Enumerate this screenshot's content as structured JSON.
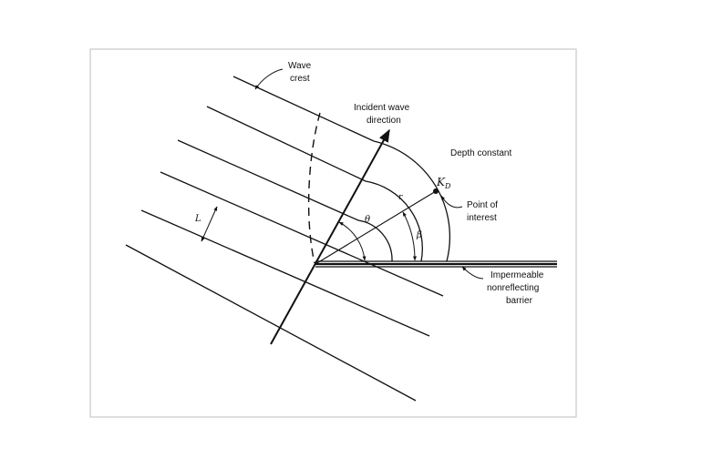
{
  "colors": {
    "ink": "#111111",
    "border": "#c8c8c8",
    "background": "#ffffff"
  },
  "labels": {
    "wave_crest_line1": "Wave",
    "wave_crest_line2": "crest",
    "incident_line1": "Incident wave",
    "incident_line2": "direction",
    "depth": "Depth constant",
    "kd": "K",
    "kd_sub": "D",
    "point_line1": "Point of",
    "point_line2": "interest",
    "barrier_line1": "Impermeable",
    "barrier_line2": "nonreflecting",
    "barrier_line3": "barrier",
    "L": "L",
    "r": "r",
    "theta": "θ",
    "beta": "β"
  }
}
